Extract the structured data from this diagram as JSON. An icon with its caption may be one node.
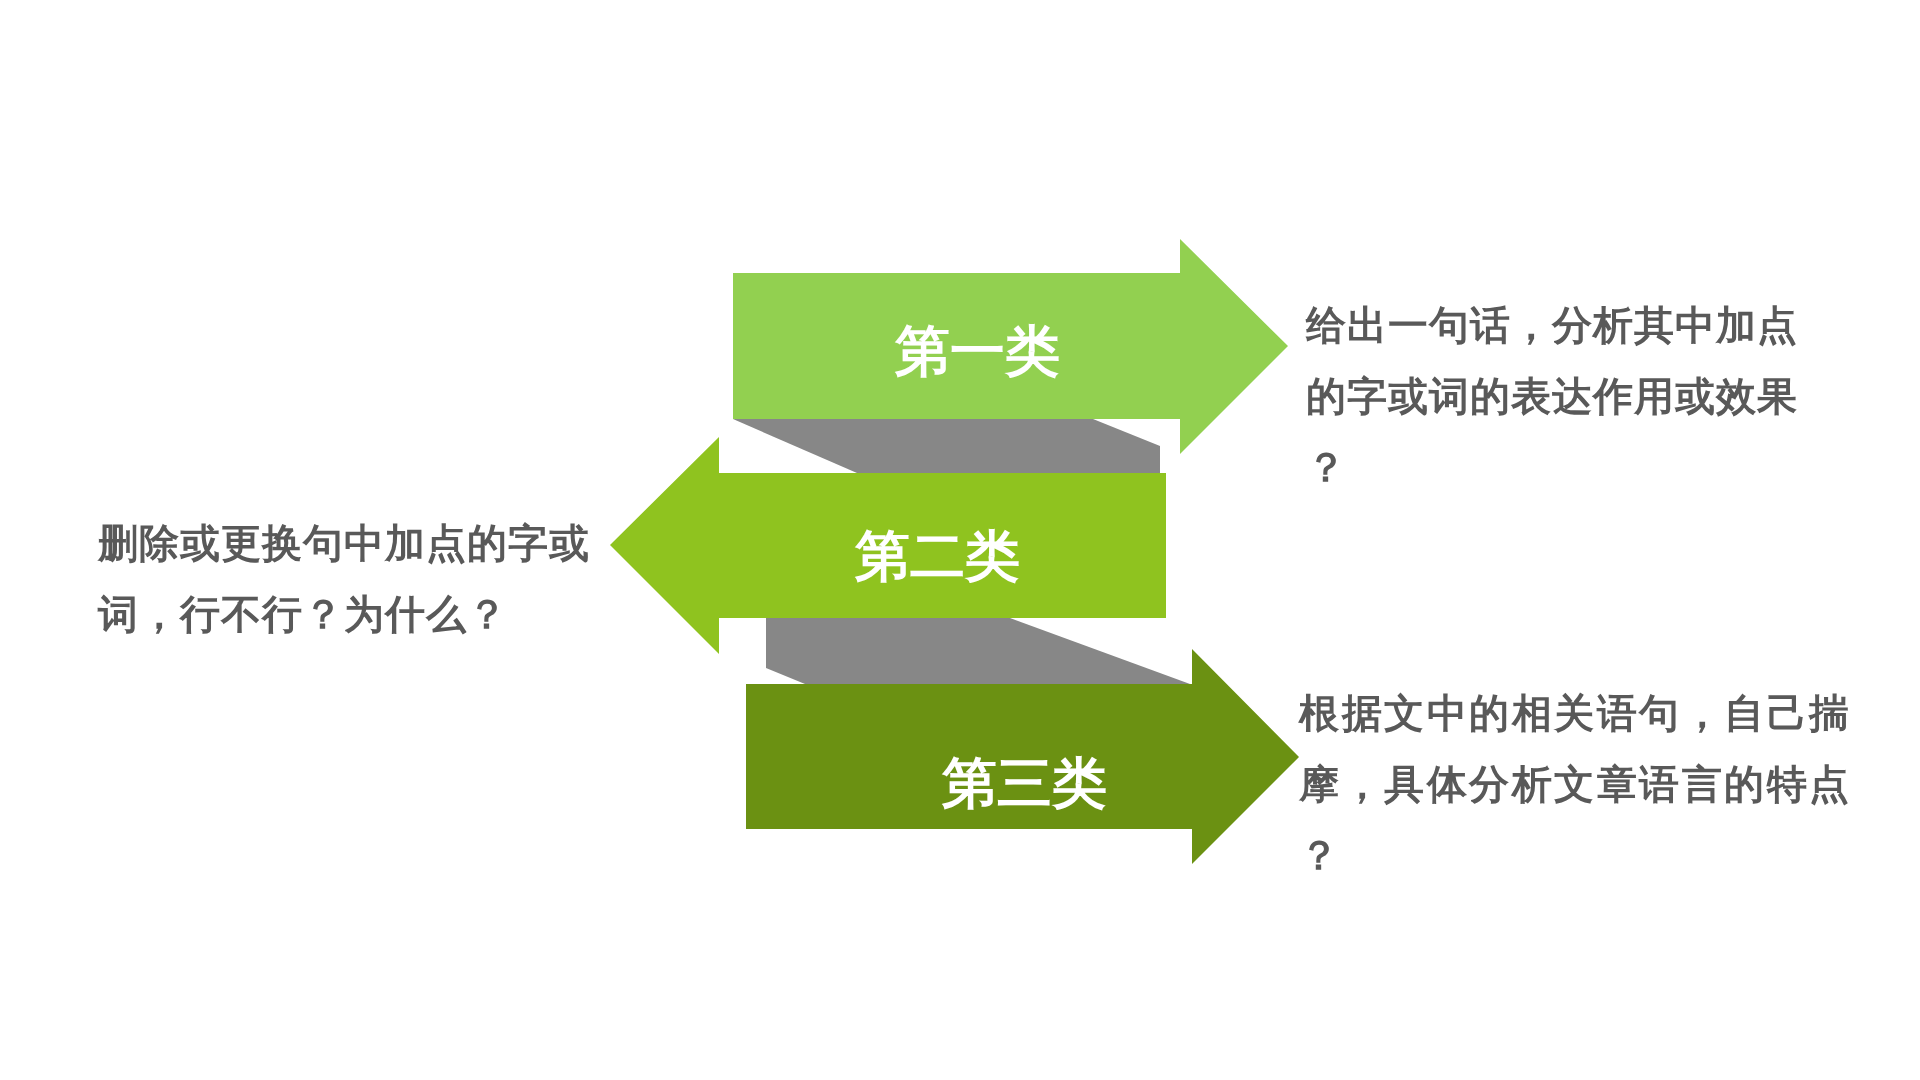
{
  "diagram": {
    "nodes": [
      {
        "text": [
          "第一类"
        ],
        "beside": [
          "给出一句话，分析其中加点的字或词的表达作用或效果？"
        ]
      },
      {
        "text": [
          "第二类"
        ],
        "beside": [
          "删除或更换句中加点的字或词，行不行？为什么？"
        ]
      },
      {
        "text": [
          "第三类"
        ],
        "beside": [
          "根据文中的相关语句，自己揣摩，具体分析文章语言的特点？"
        ]
      }
    ]
  }
}
